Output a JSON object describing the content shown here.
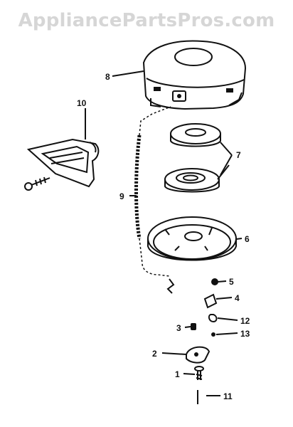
{
  "watermark": "AppliancePartsPros.com",
  "callouts": {
    "housing": "8",
    "bracket": "10",
    "rope": "9",
    "pulley_spring": "7",
    "pulley": "6",
    "screw_small": "5",
    "pawl": "4",
    "spring_pawl": "12",
    "retainer_spring": "3",
    "washer": "13",
    "pawl_cam": "2",
    "screw_center": "1",
    "pin": "11"
  }
}
